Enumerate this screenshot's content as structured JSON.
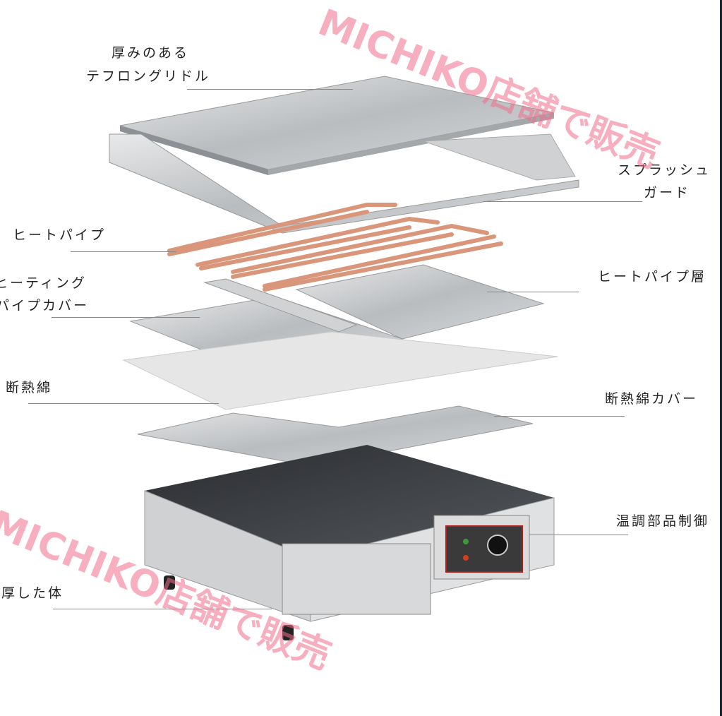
{
  "labels": {
    "griddle": [
      "厚みのある",
      "テフロングリドル"
    ],
    "splash_guard": [
      "スプラッシュ",
      "ガード"
    ],
    "heat_pipe": "ヒートパイプ",
    "heating_pipe_cover": [
      "ヒーティング",
      "パイプカバー"
    ],
    "heat_pipe_layer": "ヒートパイプ層",
    "insulation": "断熱綿",
    "insulation_cover": "断熱綿カバー",
    "thermostat": "温調部品制御",
    "body": "厚した体"
  },
  "watermark": "MICHIKO店舗で販売",
  "colors": {
    "watermark": "#f06e8c",
    "steel": "#c8cacc",
    "copper": "#d9967a"
  }
}
